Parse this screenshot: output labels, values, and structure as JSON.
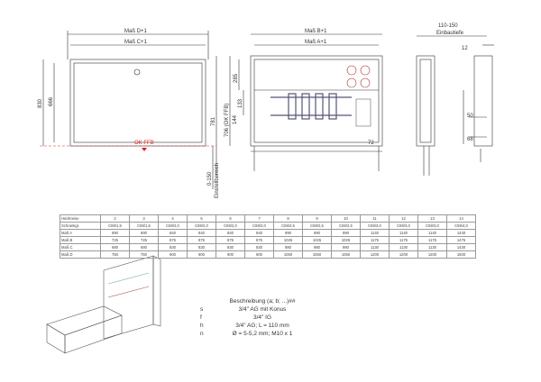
{
  "drawing": {
    "front": {
      "dim_d": "Maß D+1",
      "dim_c": "Maß C+1",
      "h_total": "830",
      "h_inner": "666",
      "floor_label": "OK FFB"
    },
    "manifold": {
      "dim_b": "Maß B+1",
      "dim_a": "Maß A+1",
      "h781": "781",
      "h706": "706 (OK FFB)",
      "h285": "285",
      "h133": "133",
      "h144": "144",
      "adjust": "0-150",
      "adjust_label": "Einstellbereich",
      "dim72": "72"
    },
    "side": {
      "depth": "110-150",
      "depth_label": "Einbautiefe",
      "d12": "12",
      "d50": "50",
      "d68": "68"
    }
  },
  "table": {
    "rows": [
      [
        "Heizkreise",
        "2",
        "3",
        "4",
        "5",
        "6",
        "7",
        "8",
        "9",
        "10",
        "11",
        "12",
        "13",
        "14"
      ],
      [
        "Schrankgr.",
        "C69/1,5",
        "C69/1,5",
        "C69/2,0",
        "C69/2,0",
        "C69/2,0",
        "C69/2,0",
        "C69/2,5",
        "C69/2,5",
        "C69/2,5",
        "C69/3,0",
        "C69/3,0",
        "C69/3,0",
        "C69/4,0"
      ],
      [
        "Maß A",
        "690",
        "690",
        "840",
        "840",
        "840",
        "840",
        "990",
        "990",
        "990",
        "1140",
        "1140",
        "1140",
        "1440"
      ],
      [
        "Maß B",
        "725",
        "725",
        "875",
        "875",
        "875",
        "875",
        "1025",
        "1025",
        "1025",
        "1175",
        "1175",
        "1175",
        "1475"
      ],
      [
        "Maß C",
        "680",
        "680",
        "830",
        "830",
        "830",
        "830",
        "980",
        "980",
        "980",
        "1130",
        "1130",
        "1130",
        "1430"
      ],
      [
        "Maß D",
        "750",
        "750",
        "900",
        "900",
        "900",
        "900",
        "1050",
        "1050",
        "1050",
        "1200",
        "1200",
        "1200",
        "1500"
      ]
    ]
  },
  "legend": {
    "title": "Beschreibung (a; b; ...)##",
    "items": [
      {
        "key": "s",
        "text": "3/4\" AG mit Konus"
      },
      {
        "key": "f",
        "text": "3/4\" IG"
      },
      {
        "key": "h",
        "text": "3/4\" AG; L = 110 mm"
      },
      {
        "key": "n",
        "text": "Ø = 5-5,2 mm; M10 x 1"
      }
    ]
  }
}
